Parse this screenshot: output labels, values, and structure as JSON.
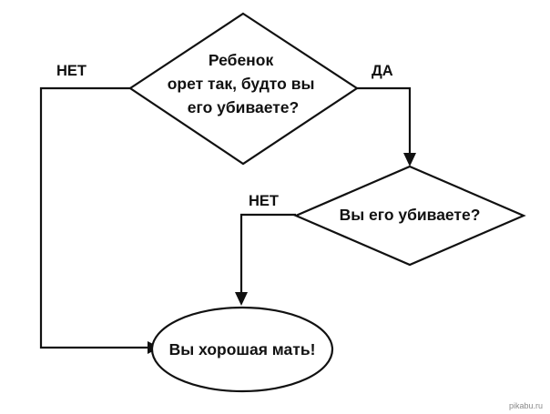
{
  "diagram": {
    "nodes": {
      "question_screaming": {
        "lines": [
          "Ребенок",
          "орет так, будто вы",
          "его убиваете?"
        ]
      },
      "question_killing": {
        "lines": [
          "Вы его убиваете?"
        ]
      },
      "result_good_mother": {
        "lines": [
          "Вы хорошая мать!"
        ]
      }
    },
    "edges": {
      "screaming_no": "НЕТ",
      "screaming_yes": "ДА",
      "killing_no": "НЕТ"
    }
  },
  "watermark": "pikabu.ru"
}
